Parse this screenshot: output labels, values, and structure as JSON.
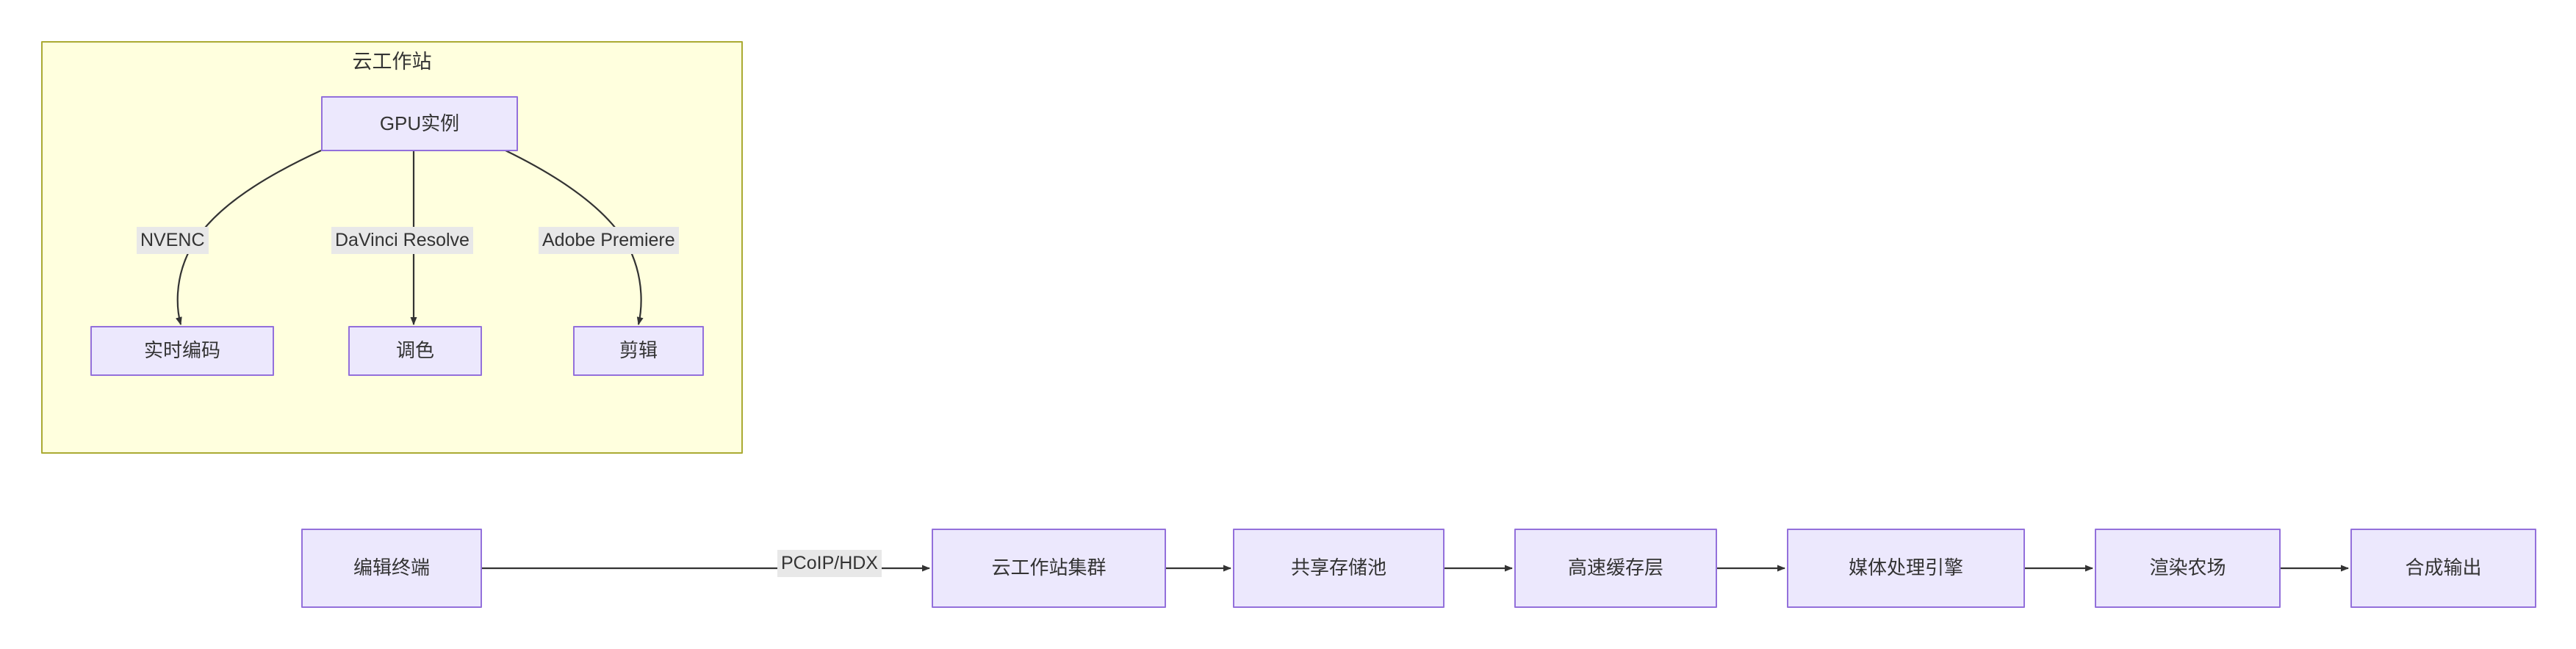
{
  "diagram": {
    "type": "flowchart",
    "title_visible": false,
    "colors": {
      "node_fill": "#ECE8FD",
      "node_border": "#9370DB",
      "subgraph_fill": "#FFFFDE",
      "subgraph_border": "#AAAA33",
      "edge_stroke": "#333333",
      "edge_label_bg": "#E8E8E8",
      "text": "#333333",
      "page_bg": "#FFFFFF"
    },
    "subgraph": {
      "label": "云工作站",
      "nodes": {
        "root": {
          "label": "GPU实例"
        },
        "children": [
          {
            "label": "实时编码",
            "edge_label": "NVENC"
          },
          {
            "label": "调色",
            "edge_label": "DaVinci Resolve"
          },
          {
            "label": "剪辑",
            "edge_label": "Adobe Premiere"
          }
        ]
      }
    },
    "pipeline": {
      "nodes": [
        {
          "label": "编辑终端"
        },
        {
          "label": "云工作站集群"
        },
        {
          "label": "共享存储池"
        },
        {
          "label": "高速缓存层"
        },
        {
          "label": "媒体处理引擎"
        },
        {
          "label": "渲染农场"
        },
        {
          "label": "合成输出"
        }
      ],
      "edges": [
        {
          "from": "编辑终端",
          "to": "云工作站集群",
          "label": "PCoIP/HDX"
        },
        {
          "from": "云工作站集群",
          "to": "共享存储池",
          "label": ""
        },
        {
          "from": "共享存储池",
          "to": "高速缓存层",
          "label": ""
        },
        {
          "from": "高速缓存层",
          "to": "媒体处理引擎",
          "label": ""
        },
        {
          "from": "媒体处理引擎",
          "to": "渲染农场",
          "label": ""
        },
        {
          "from": "渲染农场",
          "to": "合成输出",
          "label": ""
        }
      ]
    }
  }
}
